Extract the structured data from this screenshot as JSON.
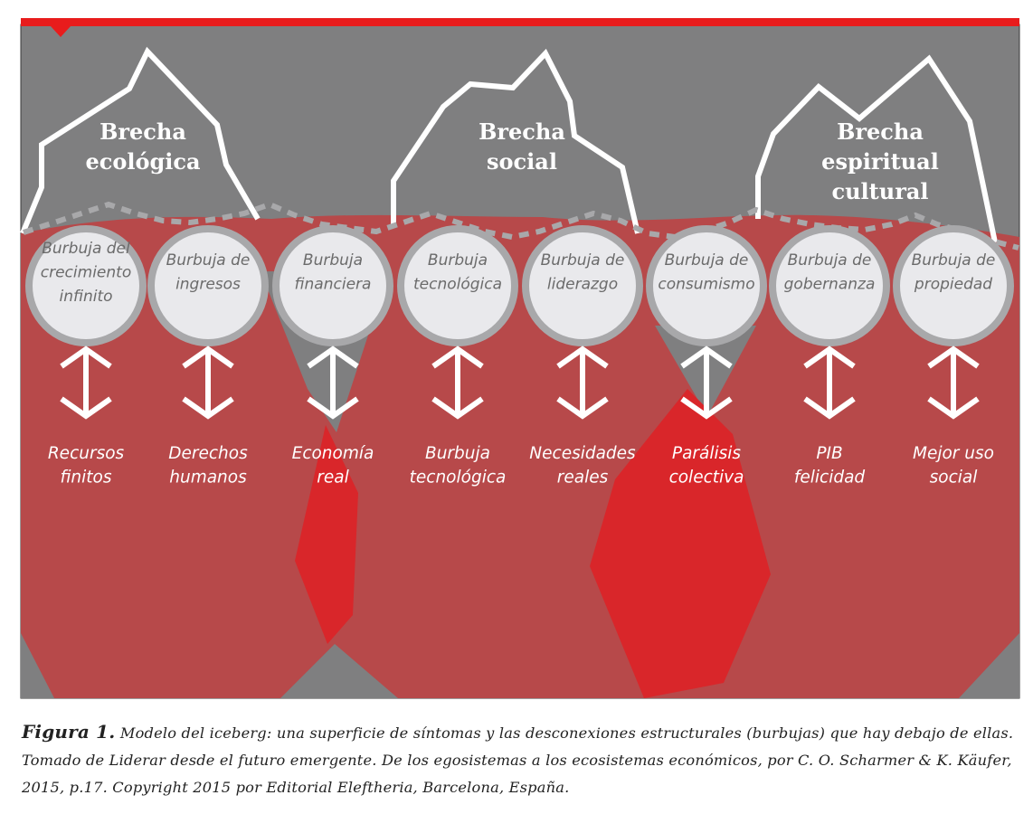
{
  "colors": {
    "top_bar": "#e81c1c",
    "surface_gray": "#7f7f80",
    "deep_red": "#b7494a",
    "bright_red": "#d9262a",
    "bubble_fill": "#e9e9ec",
    "bubble_ring": "#a8a8aa"
  },
  "gaps": [
    {
      "lines": [
        "Brecha",
        "ecológica"
      ]
    },
    {
      "lines": [
        "Brecha",
        "social"
      ]
    },
    {
      "lines": [
        "Brecha",
        "espiritual",
        "cultural"
      ]
    }
  ],
  "bubbles": [
    {
      "lines": [
        "Burbuja del",
        "crecimiento",
        "infinito"
      ]
    },
    {
      "lines": [
        "Burbuja de",
        "ingresos"
      ]
    },
    {
      "lines": [
        "Burbuja",
        "financiera"
      ]
    },
    {
      "lines": [
        "Burbuja",
        "tecnológica"
      ]
    },
    {
      "lines": [
        "Burbuja de",
        "liderazgo"
      ]
    },
    {
      "lines": [
        "Burbuja de",
        "consumismo"
      ]
    },
    {
      "lines": [
        "Burbuja de",
        "gobernanza"
      ]
    },
    {
      "lines": [
        "Burbuja de",
        "propiedad"
      ]
    }
  ],
  "outcomes": [
    {
      "lines": [
        "Recursos",
        "finitos"
      ]
    },
    {
      "lines": [
        "Derechos",
        "humanos"
      ]
    },
    {
      "lines": [
        "Economía",
        "real"
      ]
    },
    {
      "lines": [
        "Burbuja",
        "tecnológica"
      ]
    },
    {
      "lines": [
        "Necesidades",
        "reales"
      ]
    },
    {
      "lines": [
        "Parálisis",
        "colectiva"
      ]
    },
    {
      "lines": [
        "PIB",
        "felicidad"
      ]
    },
    {
      "lines": [
        "Mejor uso",
        "social"
      ]
    }
  ],
  "caption": {
    "label": "Figura 1.",
    "text": " Modelo del iceberg: una superficie de síntomas y las desconexiones estructurales (burbujas) que hay debajo de ellas. Tomado de Liderar desde el futuro emergente. De los egosistemas a los ecosistemas económicos, por C. O. Scharmer & K. Käufer, 2015, p.17. Copyright 2015 por Editorial Eleftheria, Barcelona, España."
  }
}
